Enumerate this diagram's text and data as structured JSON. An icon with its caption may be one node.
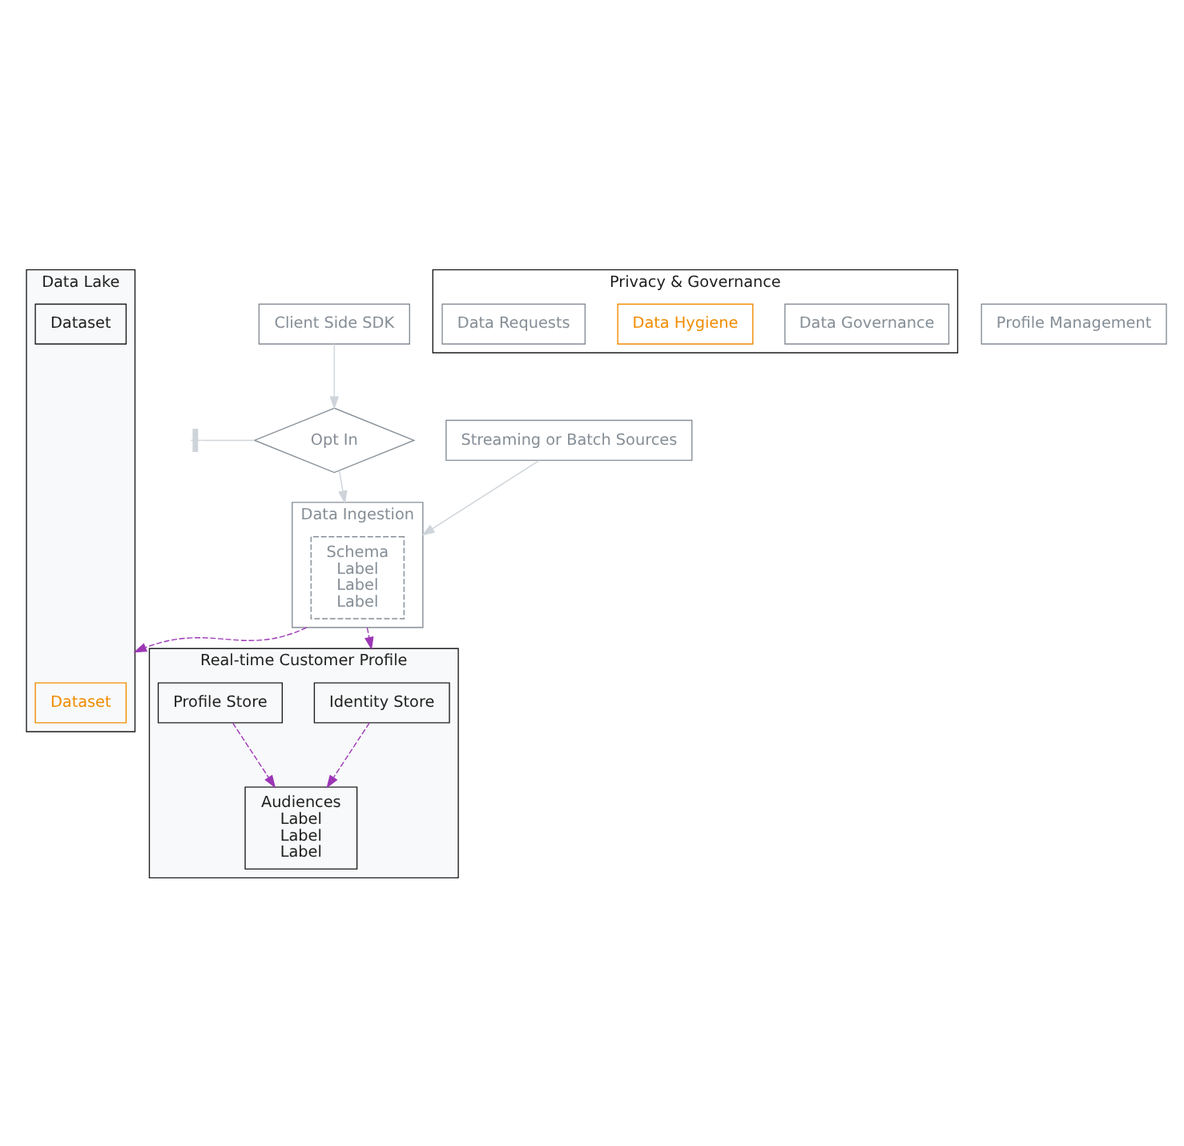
{
  "diagram": {
    "nodes": [
      {
        "text": [
          "Client Side SDK"
        ]
      },
      {
        "text": [
          "Streaming or Batch Sources"
        ]
      },
      {
        "text": [
          "Opt In"
        ]
      },
      {
        "text": [
          "Data Ingestion"
        ]
      },
      {
        "text": [
          "Schema",
          "Label",
          "Label",
          "Label"
        ],
        "in": 3
      },
      {
        "text": [
          "Real-time Customer Profile"
        ]
      },
      {
        "text": [
          "Identity Store"
        ],
        "in": 5
      },
      {
        "text": [
          "Profile Store"
        ],
        "in": 5
      },
      {
        "text": [
          "Audiences",
          "Label",
          "Label",
          "Label"
        ],
        "in": 5
      },
      {
        "text": [
          "Privacy & Governance"
        ]
      },
      {
        "text": [
          "Data Governance"
        ],
        "in": 9
      },
      {
        "text": [
          "Data Hygiene"
        ],
        "in": 9
      },
      {
        "text": [
          "Data Requests"
        ],
        "in": 9
      },
      {
        "text": [
          "Profile Management"
        ]
      },
      {
        "text": [
          "Data Lake"
        ]
      },
      {
        "text": [
          "Dataset"
        ],
        "in": 14
      },
      {
        "text": [
          "Dataset"
        ],
        "in": 14
      }
    ],
    "edges": [
      {
        "from": 0,
        "to": 2,
        "arrow": "to",
        "color": "#ced4da"
      },
      {
        "from": 2,
        "to": null,
        "arrow": "other",
        "color": "#ced4da"
      },
      {
        "from": 2,
        "to": 3,
        "arrow": "to",
        "color": "#ced4da"
      },
      {
        "from": 1,
        "to": 3,
        "arrow": "to",
        "color": "#ced4da"
      },
      {
        "from": 3,
        "to": 5,
        "arrow": "to",
        "style": "dashed",
        "color": "#9c36b5"
      },
      {
        "from": 3,
        "to": 14,
        "arrow": "to",
        "style": "dashed",
        "color": "#9c36b5"
      },
      {
        "from": 6,
        "to": 8,
        "arrow": "to",
        "style": "dashed",
        "color": "#9c36b5"
      },
      {
        "from": 7,
        "to": 8,
        "arrow": "to",
        "style": "dashed",
        "color": "#9c36b5"
      }
    ]
  }
}
